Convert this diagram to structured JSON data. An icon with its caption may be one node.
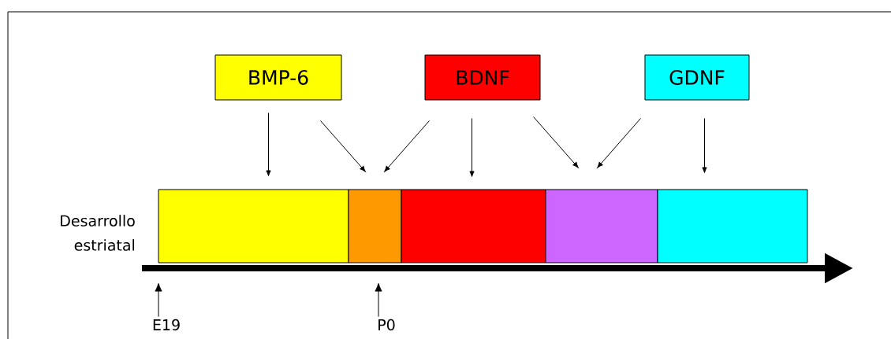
{
  "diagram": {
    "nodes": [
      {
        "text": [
          "BMP-6"
        ]
      },
      {
        "text": [
          "BDNF"
        ]
      },
      {
        "text": [
          "GDNF"
        ]
      },
      {
        "text": [],
        "shape": "bar"
      },
      {
        "text": [],
        "shape": "bar"
      },
      {
        "text": [],
        "shape": "bar"
      },
      {
        "text": [],
        "shape": "bar"
      },
      {
        "text": [],
        "shape": "bar"
      },
      {
        "text": [
          "E19"
        ]
      },
      {
        "text": [
          "P0"
        ]
      }
    ],
    "edges": [
      {
        "from": 0,
        "to": 3,
        "arrow": "to"
      },
      {
        "from": 0,
        "to": 4,
        "arrow": "to"
      },
      {
        "from": 1,
        "to": 4,
        "arrow": "to"
      },
      {
        "from": 1,
        "to": 5,
        "arrow": "to"
      },
      {
        "from": 1,
        "to": 6,
        "arrow": "to"
      },
      {
        "from": 2,
        "to": 6,
        "arrow": "to"
      },
      {
        "from": 2,
        "to": 7,
        "arrow": "to"
      },
      {
        "from": 8,
        "to": null,
        "arrow": "to"
      },
      {
        "from": 9,
        "to": null,
        "arrow": "to"
      }
    ],
    "labels": [
      "Desarrollo estriatal"
    ]
  }
}
